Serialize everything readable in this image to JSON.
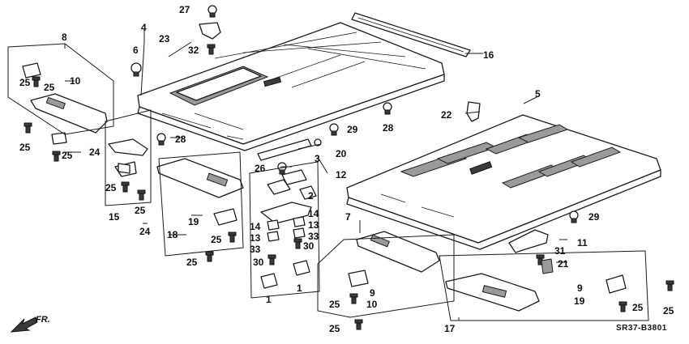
{
  "diagram_code": "SR37-B3801",
  "direction_label": "FR.",
  "callouts": {
    "c1a": "1",
    "c1b": "1",
    "c2": "2",
    "c3": "3",
    "c4": "4",
    "c5": "5",
    "c6": "6",
    "c7": "7",
    "c8": "8",
    "c9a": "9",
    "c9b": "9",
    "c10a": "10",
    "c10b": "10",
    "c11": "11",
    "c12": "12",
    "c13a": "13",
    "c13b": "13",
    "c14a": "14",
    "c14b": "14",
    "c15": "15",
    "c16": "16",
    "c17": "17",
    "c18": "18",
    "c19a": "19",
    "c19b": "19",
    "c20": "20",
    "c21": "21",
    "c22": "22",
    "c23": "23",
    "c24a": "24",
    "c24b": "24",
    "c25a": "25",
    "c25b": "25",
    "c25c": "25",
    "c25d": "25",
    "c25e": "25",
    "c25f": "25",
    "c25g": "25",
    "c25h": "25",
    "c25i": "25",
    "c25j": "25",
    "c25k": "25",
    "c25l": "25",
    "c26": "26",
    "c27": "27",
    "c28a": "28",
    "c28b": "28",
    "c29a": "29",
    "c29b": "29",
    "c30a": "30",
    "c30b": "30",
    "c31": "31",
    "c32": "32",
    "c33a": "33",
    "c33b": "33"
  }
}
